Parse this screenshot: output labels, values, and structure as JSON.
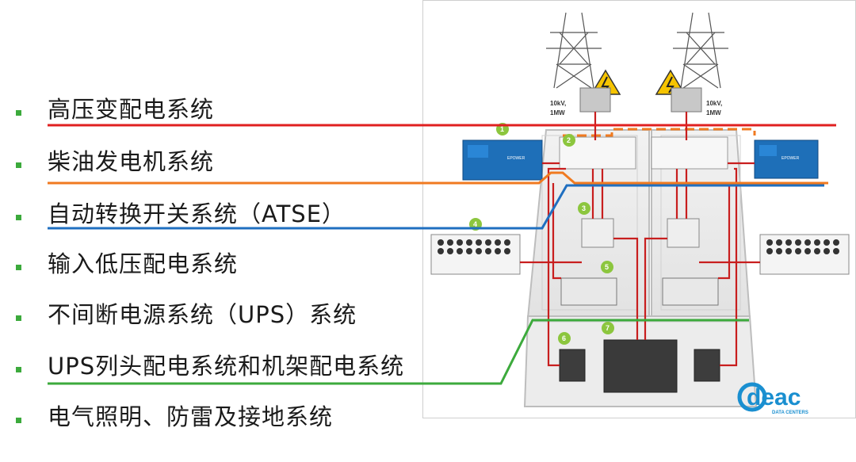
{
  "bullets": [
    {
      "label": "高压变配电系统",
      "line_color": "#e02020"
    },
    {
      "label": "柴油发电机系统",
      "line_color": "#f07a20"
    },
    {
      "label": "自动转换开关系统（ATSE）",
      "line_color": "#1f6fc0"
    },
    {
      "label": "输入低压配电系统",
      "line_color": ""
    },
    {
      "label": "不间断电源系统（UPS）系统",
      "line_color": ""
    },
    {
      "label": "UPS列头配电系统和机架配电系统",
      "line_color": "#3caa3c"
    },
    {
      "label": "电气照明、防雷及接地系统",
      "line_color": ""
    }
  ],
  "diagram": {
    "supply_left": "10kV,",
    "supply_left_2": "1MW",
    "supply_right": "10kV,",
    "supply_right_2": "1MW",
    "markers": [
      "1",
      "2",
      "3",
      "4",
      "5",
      "6",
      "7"
    ],
    "generator_label": "EPOWER"
  },
  "logo": {
    "brand": "deac",
    "tagline": "DATA CENTERS",
    "color": "#1a8fd0"
  },
  "colors": {
    "bullet": "#3caa3c",
    "power_line": "#c81e1e",
    "marker": "#8cc63e",
    "generator": "#1e6fb8"
  }
}
